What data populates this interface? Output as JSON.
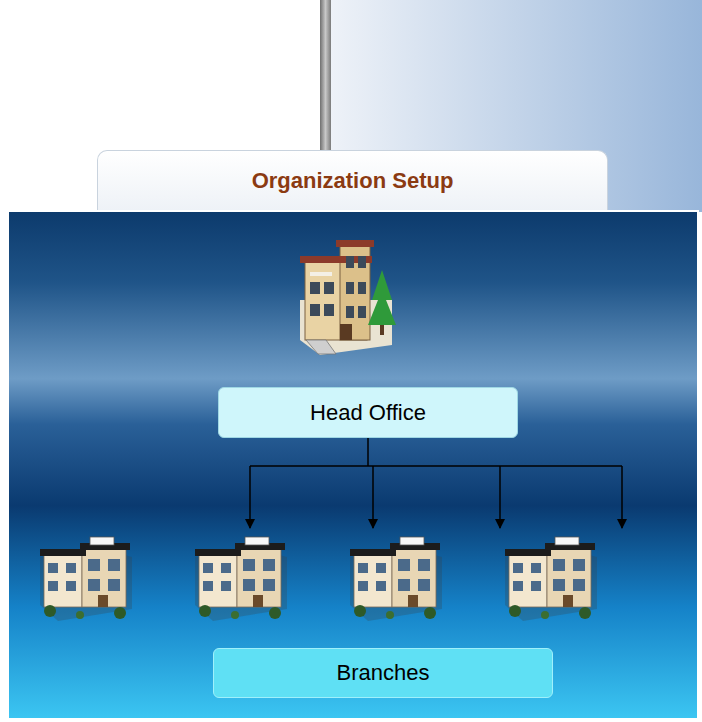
{
  "diagram": {
    "title": "Organization Setup",
    "nodes": [
      {
        "text": [
          "Head Office"
        ]
      },
      {
        "text": [
          "Branches"
        ]
      }
    ],
    "edges": [
      {
        "from": 0,
        "to": 1,
        "arrow": "to"
      }
    ]
  }
}
